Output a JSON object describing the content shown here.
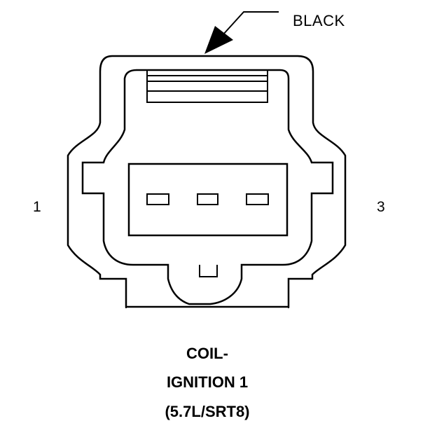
{
  "callout": {
    "label": "BLACK"
  },
  "pins": {
    "left": "1",
    "right": "3"
  },
  "caption": {
    "line1": "COIL-",
    "line2": "IGNITION 1",
    "line3": "(5.7L/SRT8)"
  },
  "colors": {
    "stroke": "#000000",
    "background": "#ffffff"
  }
}
